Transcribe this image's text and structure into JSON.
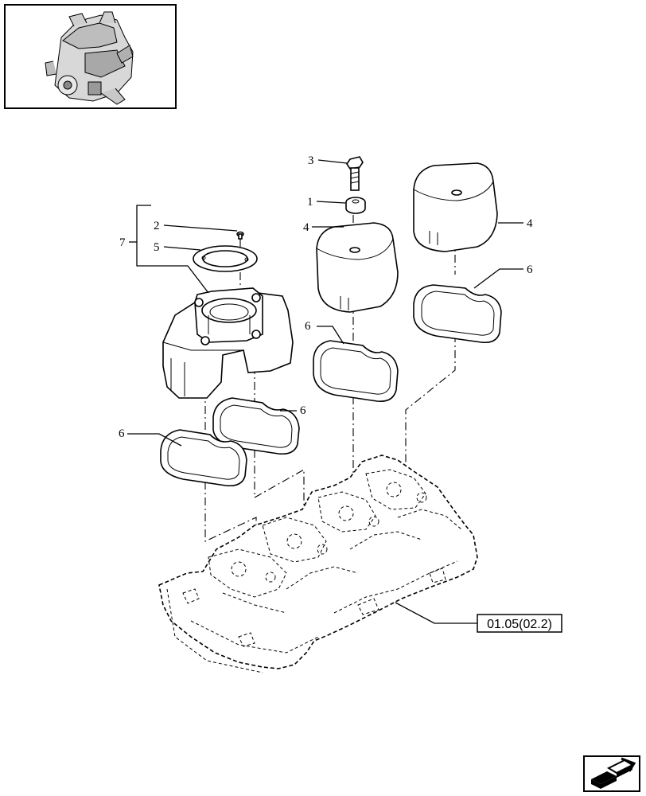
{
  "callouts": {
    "c1": "1",
    "c2": "2",
    "c3": "3",
    "c4a": "4",
    "c4b": "4",
    "c5": "5",
    "c6a": "6",
    "c6b": "6",
    "c6c": "6",
    "c6d": "6",
    "c7": "7"
  },
  "reference": {
    "label": "01.05(02.2)"
  },
  "icons": {
    "thumbnail": "engine-thumbnail-icon",
    "navigation": "next-page-arrow-icon"
  }
}
